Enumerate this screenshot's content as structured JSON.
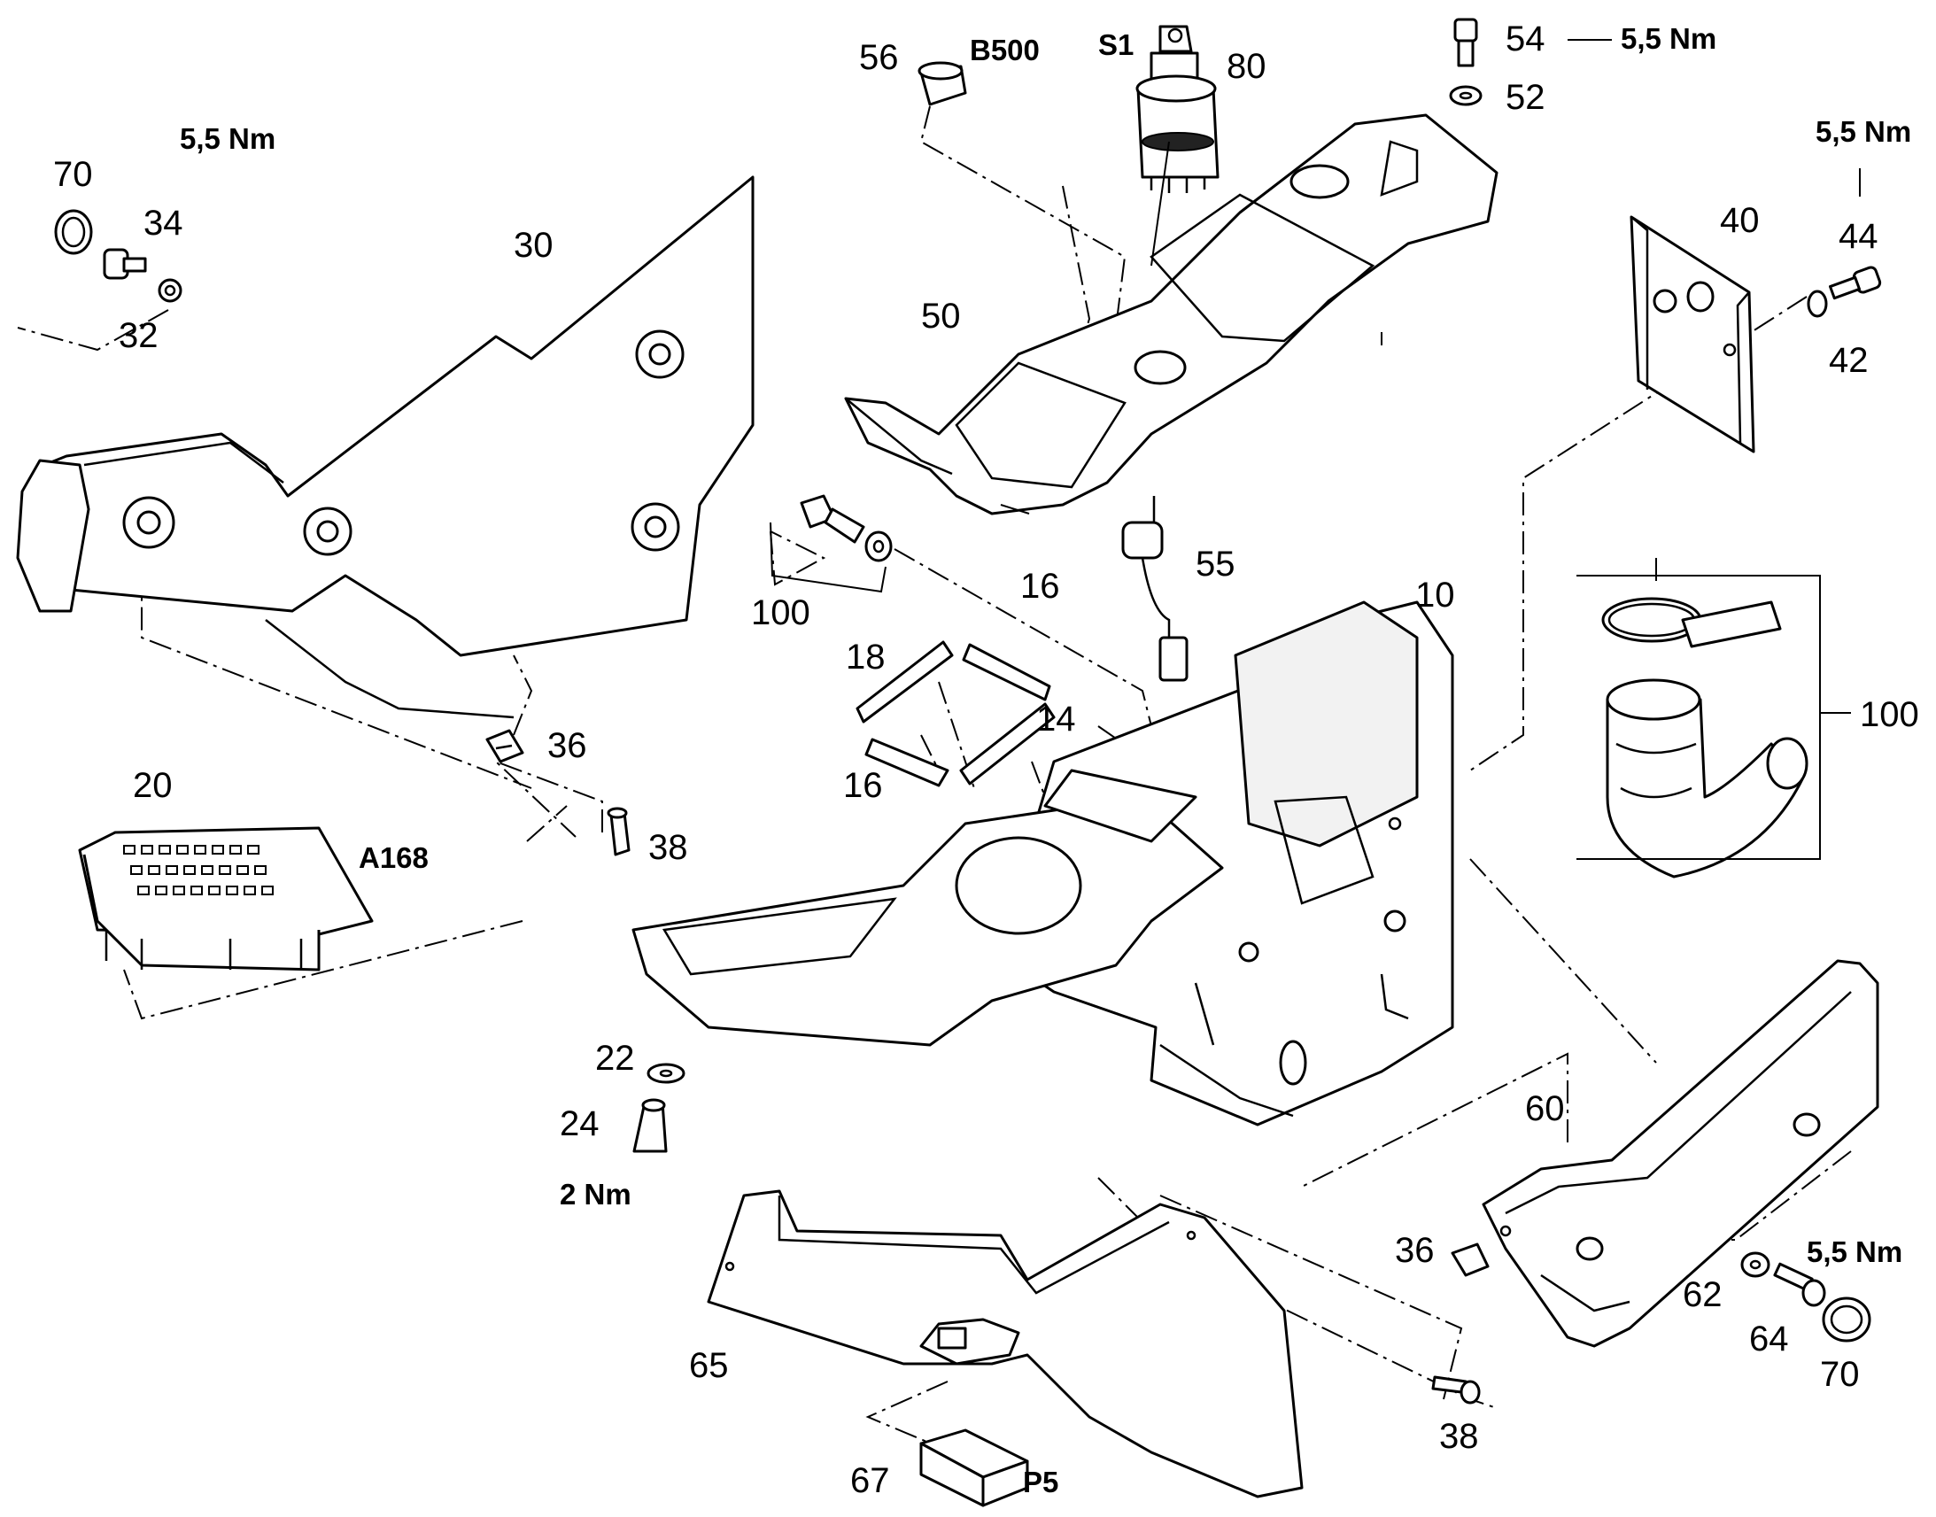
{
  "diagram": {
    "callouts": [
      {
        "id": "c70a",
        "text": "70"
      },
      {
        "id": "c55nm_34",
        "text": "5,5 Nm"
      },
      {
        "id": "c34",
        "text": "34"
      },
      {
        "id": "c32",
        "text": "32"
      },
      {
        "id": "c30",
        "text": "30"
      },
      {
        "id": "c56",
        "text": "56"
      },
      {
        "id": "cB500",
        "text": "B500"
      },
      {
        "id": "cS1",
        "text": "S1"
      },
      {
        "id": "c80",
        "text": "80"
      },
      {
        "id": "c54",
        "text": "54"
      },
      {
        "id": "c55nm_54",
        "text": "5,5 Nm"
      },
      {
        "id": "c52",
        "text": "52"
      },
      {
        "id": "c55nm_44",
        "text": "5,5 Nm"
      },
      {
        "id": "c40",
        "text": "40"
      },
      {
        "id": "c44",
        "text": "44"
      },
      {
        "id": "c42",
        "text": "42"
      },
      {
        "id": "c50",
        "text": "50"
      },
      {
        "id": "c55",
        "text": "55"
      },
      {
        "id": "c100a",
        "text": "100"
      },
      {
        "id": "c16a",
        "text": "16"
      },
      {
        "id": "c18",
        "text": "18"
      },
      {
        "id": "c14",
        "text": "14"
      },
      {
        "id": "c16b",
        "text": "16"
      },
      {
        "id": "c10",
        "text": "10"
      },
      {
        "id": "c100b",
        "text": "100"
      },
      {
        "id": "c36a",
        "text": "36"
      },
      {
        "id": "c20",
        "text": "20"
      },
      {
        "id": "cA168",
        "text": "A168"
      },
      {
        "id": "c38a",
        "text": "38"
      },
      {
        "id": "c22",
        "text": "22"
      },
      {
        "id": "c24",
        "text": "24"
      },
      {
        "id": "c2nm",
        "text": "2 Nm"
      },
      {
        "id": "c60",
        "text": "60"
      },
      {
        "id": "c36b",
        "text": "36"
      },
      {
        "id": "c62",
        "text": "62"
      },
      {
        "id": "c55nm_64",
        "text": "5,5 Nm"
      },
      {
        "id": "c64",
        "text": "64"
      },
      {
        "id": "c70b",
        "text": "70"
      },
      {
        "id": "c38b",
        "text": "38"
      },
      {
        "id": "c65",
        "text": "65"
      },
      {
        "id": "c67",
        "text": "67"
      },
      {
        "id": "cP5",
        "text": "P5"
      }
    ],
    "colors": {
      "line": "#000000",
      "background": "#ffffff",
      "shade": "#f2f2f2"
    }
  }
}
